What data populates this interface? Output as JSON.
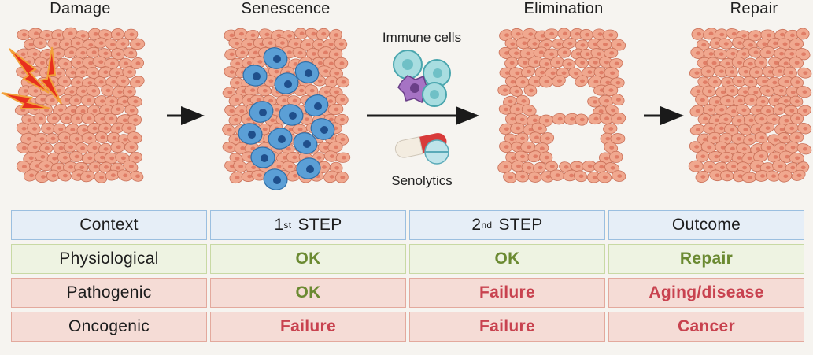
{
  "stages": {
    "damage": "Damage",
    "senescence": "Senescence",
    "elimination": "Elimination",
    "repair": "Repair"
  },
  "middle": {
    "immune_cells": "Immune cells",
    "senolytics": "Senolytics"
  },
  "table": {
    "header": {
      "context": "Context",
      "step1_num": "1",
      "step1_sup": "st",
      "step1_text": "STEP",
      "step2_num": "2",
      "step2_sup": "nd",
      "step2_text": "STEP",
      "outcome": "Outcome"
    },
    "rows": [
      {
        "context": "Physiological",
        "step1": "OK",
        "step2": "OK",
        "outcome": "Repair"
      },
      {
        "context": "Pathogenic",
        "step1": "OK",
        "step2": "Failure",
        "outcome": "Aging/disease"
      },
      {
        "context": "Oncogenic",
        "step1": "Failure",
        "step2": "Failure",
        "outcome": "Cancer"
      }
    ]
  },
  "colors": {
    "tissue_cell": "#f0a88f",
    "tissue_nucleus": "#e07d66",
    "senescent_cell": "#5b9fd6",
    "senescent_nucleus": "#1f4f8c",
    "damage": "#e8301e",
    "ok_text": "#6b8a32",
    "failure_text": "#c8424f"
  }
}
